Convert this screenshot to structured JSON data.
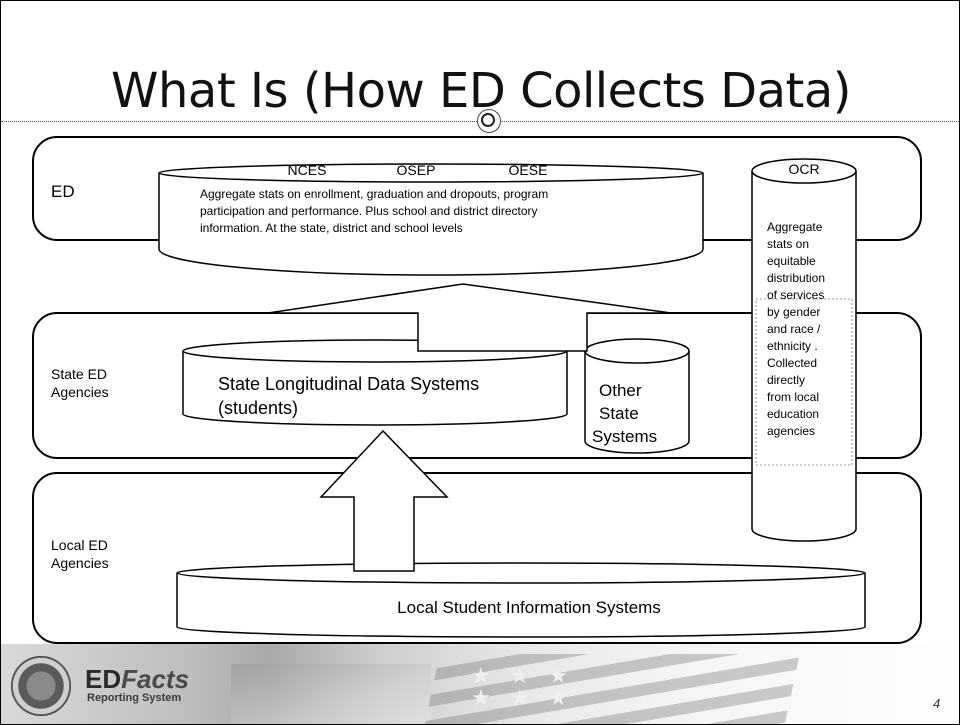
{
  "title": "What Is (How ED Collects Data)",
  "tiers": {
    "ed": "ED",
    "state": [
      "State ED",
      "Agencies"
    ],
    "local": [
      "Local ED",
      "Agencies"
    ]
  },
  "ed_database": {
    "offices": [
      "NCES",
      "OSEP",
      "OESE"
    ],
    "description": [
      "Aggregate stats on enrollment, graduation and dropouts, program",
      "participation and performance.  Plus school and district directory",
      "information.   At the state, district and school levels"
    ]
  },
  "ocr_database": {
    "label": "OCR",
    "description": [
      "Aggregate",
      "stats on",
      "equitable",
      "distribution",
      "of services",
      "by gender",
      "and race /",
      "ethnicity .",
      "Collected",
      "directly",
      "from local",
      "education",
      "agencies"
    ]
  },
  "slds": [
    "State Longitudinal Data Systems",
    "(students)"
  ],
  "other_state": [
    "Other",
    "State",
    "Systems"
  ],
  "local_sis": "Local Student Information Systems",
  "footer": {
    "logo_bold": "ED",
    "logo_italic": "Facts",
    "logo_sub": "Reporting System",
    "stars": "★ ★ ★\n★ ★ ★",
    "page_number": "4"
  }
}
